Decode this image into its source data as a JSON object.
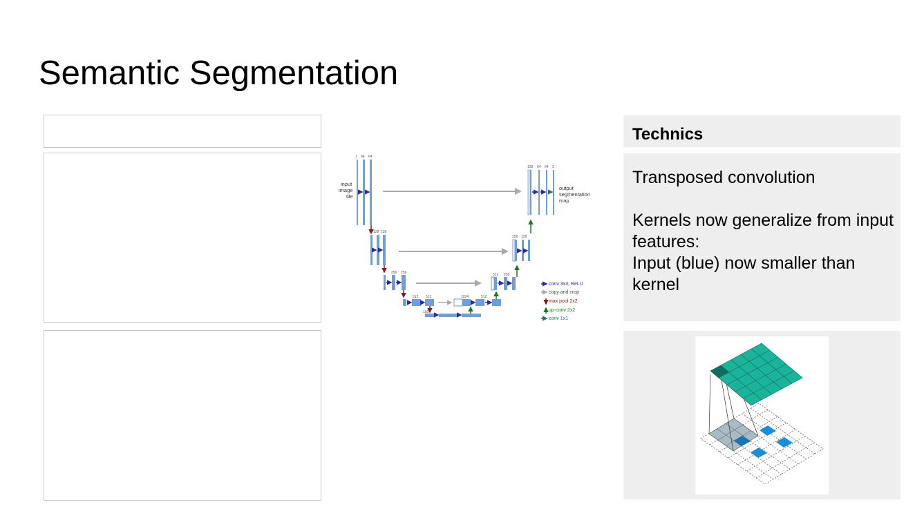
{
  "slide": {
    "title": "Semantic Segmentation"
  },
  "technics": {
    "header": "Technics",
    "body": "Transposed convolution\n\nKernels now generalize from input features:\nInput (blue) now smaller than kernel"
  },
  "unet": {
    "labels": {
      "input": "input",
      "image": "image",
      "tile": "tile",
      "output": "output",
      "segmentation": "segmentation",
      "map": "map"
    },
    "legend": [
      {
        "text": "conv 3x3, ReLU",
        "color": "#2d2d8a"
      },
      {
        "text": "copy and crop",
        "color": "#555555"
      },
      {
        "text": "max pool 2x2",
        "color": "#8b1a1a"
      },
      {
        "text": "up-conv 2x2",
        "color": "#1a7a1a"
      },
      {
        "text": "conv 1x1",
        "color": "#1a7a6a"
      }
    ],
    "channels": {
      "c1": "1",
      "c64a": "64",
      "c64b": "64",
      "c128a": "128",
      "c128b": "128",
      "c256a": "256",
      "c256b": "256",
      "c512a": "512",
      "c512b": "512",
      "c1024a": "1024",
      "c1024b": "1024",
      "d512a": "512",
      "d512b": "512",
      "d256a": "256",
      "d256b": "256",
      "d128a": "128",
      "d128b": "128",
      "d64a": "64",
      "d64b": "64",
      "d2": "2"
    }
  },
  "colors": {
    "accent_blue": "#6f9fd8",
    "teal": "#1bb39a",
    "gray_panel": "#eeeeee"
  }
}
